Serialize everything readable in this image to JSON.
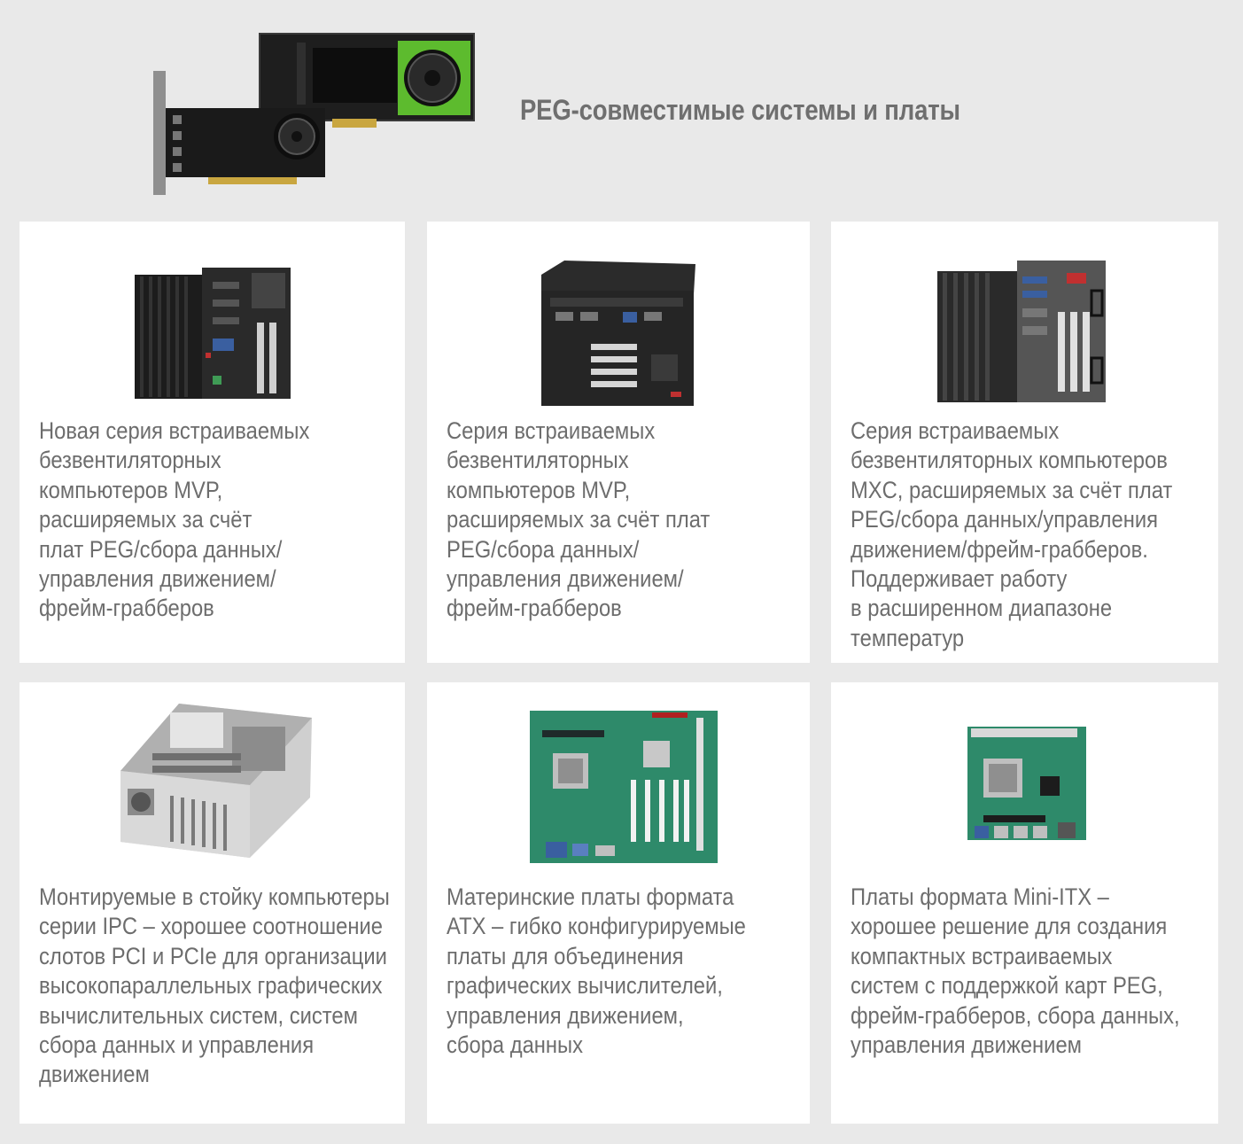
{
  "page": {
    "title": "PEG-совместимые системы и платы",
    "header_image": "graphics-cards-image"
  },
  "cards": [
    {
      "image": "embedded-computer-mvp-image",
      "text": "Новая серия встраиваемых\nбезвентиляторных\nкомпьютеров MVP,\nрасширяемых за счёт\nплат PEG/сбора данных/\nуправления движением/\nфрейм-грабберов"
    },
    {
      "image": "embedded-computer-mvp-cube-image",
      "text": "Серия встраиваемых\nбезвентиляторных\nкомпьютеров MVP,\nрасширяемых за счёт плат\nPEG/сбора данных/\nуправления движением/\nфрейм-грабберов"
    },
    {
      "image": "embedded-computer-mxc-image",
      "text": "Серия встраиваемых\nбезвентиляторных компьютеров\nMXC, расширяемых за счёт плат\nPEG/сбора данных/управления\nдвижением/фрейм-грабберов.\nПоддерживает работу\nв расширенном диапазоне\nтемператур"
    },
    {
      "image": "rackmount-computer-image",
      "text": "Монтируемые в стойку компьютеры\nсерии IPC – хорошее соотношение\nслотов PCI и PCIe для организации\nвысокопараллельных графических\nвычислительных систем, систем\nсбора данных и управления\nдвижением"
    },
    {
      "image": "atx-motherboard-image",
      "text": "Материнские платы формата\nATX – гибко конфигурируемые\nплаты для объединения\nграфических вычислителей,\nуправления движением,\nсбора данных"
    },
    {
      "image": "mini-itx-motherboard-image",
      "text": "Платы формата Mini-ITX –\nхорошее решение для создания\nкомпактных встраиваемых\nсистем с поддержкой карт PEG,\nфрейм-грабберов, сбора данных,\nуправления движением"
    }
  ],
  "colors": {
    "background": "#e9e9e9",
    "card": "#ffffff",
    "text": "#6d6d6d",
    "title": "#6f6f6f",
    "pcb_green": "#2e8a6a",
    "nvidia_green": "#5dbb2e"
  }
}
